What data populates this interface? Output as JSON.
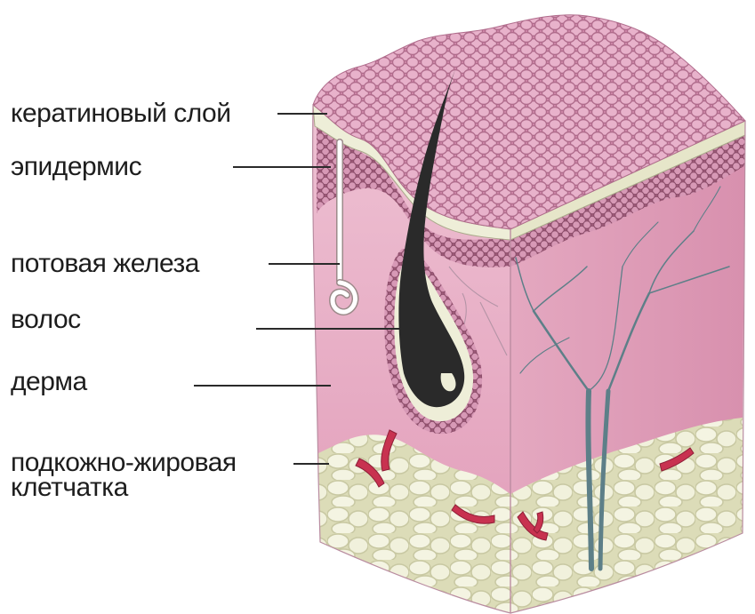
{
  "labels": {
    "keratin": "кератиновый слой",
    "epidermis": "эпидермис",
    "sweat_gland": "потовая железа",
    "hair": "волос",
    "dermis": "дерма",
    "subcutaneous_line1": "подкожно-жировая",
    "subcutaneous_line2": "клетчатка"
  },
  "colors": {
    "text": "#1d1d1d",
    "leader": "#2a2a2a",
    "top_surface": "#d98fb2",
    "front_face": "#e9b3c9",
    "side_face": "#e3a4bf",
    "epidermis_cells": "#b86e8f",
    "keratin": "#eeeed8",
    "fat": "#f2f2dc",
    "fat_cell": "#e5e5c4",
    "hair": "#2a2a2a",
    "vessel": "#5d7f88",
    "blood": "#c83250"
  }
}
